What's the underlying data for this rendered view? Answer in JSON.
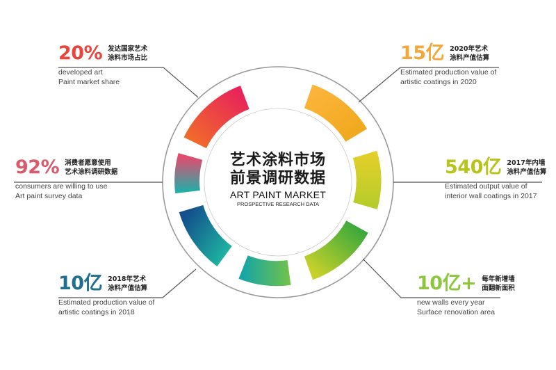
{
  "center": {
    "title_zh_line1": "艺术涂料市场",
    "title_zh_line2": "前景调研数据",
    "title_en": "ART PAINT MARKET",
    "subtitle_en": "PROSPECTIVE RESEARCH DATA"
  },
  "stats": [
    {
      "id": "developed",
      "value": "20%",
      "zh": [
        "发达国家艺术",
        "涂料市场占比"
      ],
      "en": [
        "developed art",
        "Paint market share"
      ],
      "color": "#e8463c"
    },
    {
      "id": "production2020",
      "value": "15亿",
      "zh": [
        "2020年艺术",
        "涂料产值估算"
      ],
      "en": [
        "Estimated production value of",
        "artistic coatings in 2020"
      ],
      "color": "#f4a73a"
    },
    {
      "id": "consumers",
      "value": "92%",
      "zh": [
        "消费者愿意使用",
        "艺术涂料调研数据"
      ],
      "en": [
        "consumers are willing to use",
        "Art paint survey data"
      ],
      "color": "#d95a6a"
    },
    {
      "id": "interior2017",
      "value": "540亿",
      "zh": [
        "2017年内墙",
        "涂料产值估算"
      ],
      "en": [
        "Estimated output value of",
        "interior wall coatings in 2017"
      ],
      "color": "#b7c41a"
    },
    {
      "id": "production2018",
      "value": "10亿",
      "zh": [
        "2018年艺术",
        "涂料产值估算"
      ],
      "en": [
        "Estimated production value of",
        "artistic coatings in 2018"
      ],
      "color": "#1f6f8f"
    },
    {
      "id": "newwalls",
      "value": "10亿+",
      "zh": [
        "每年新增墙",
        "面翻新面积"
      ],
      "en": [
        "new walls every year",
        "Surface renovation area"
      ],
      "color": "#8dc63f"
    }
  ],
  "ring_colors": {
    "top_left": "#e8304a",
    "top_right": "#f7a82b",
    "right": "#c8d12a",
    "bottom_right": "#7cc04a",
    "bottom": "#22b0a0",
    "bottom_left": "#1a5e8c",
    "left": "#e05a6a"
  }
}
